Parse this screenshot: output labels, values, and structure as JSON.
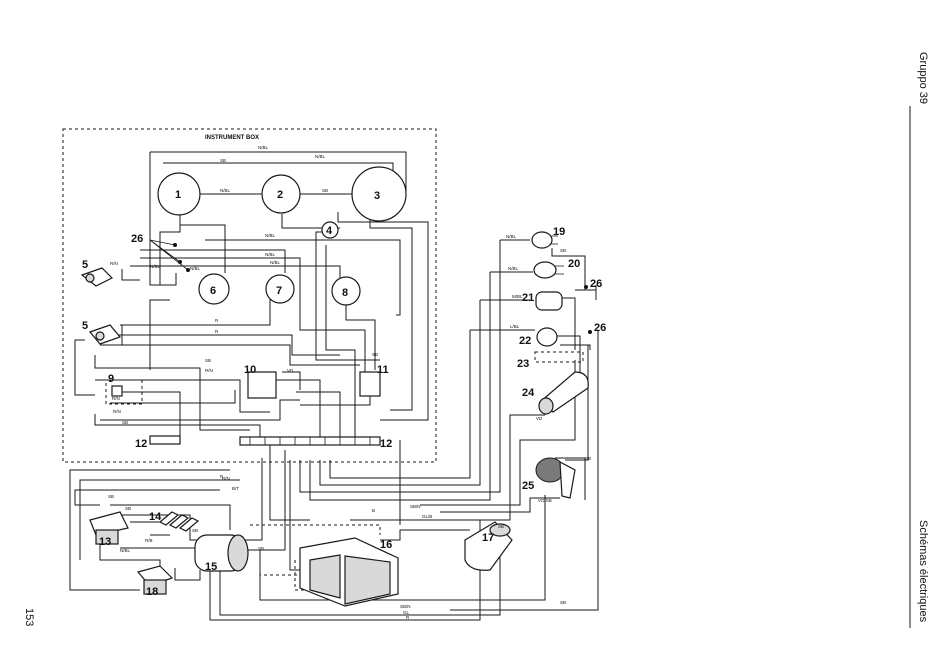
{
  "page": {
    "page_number": "153",
    "section_label": "Gruppo 39",
    "chapter_label": "Schémas électriques"
  },
  "diagram": {
    "title": "INSTRUMENT BOX",
    "components": [
      "1",
      "2",
      "3",
      "4",
      "5",
      "5",
      "6",
      "7",
      "8",
      "9",
      "10",
      "11",
      "12",
      "12",
      "13",
      "14",
      "15",
      "16",
      "17",
      "18",
      "19",
      "20",
      "21",
      "22",
      "23",
      "24",
      "25",
      "26",
      "26",
      "26"
    ],
    "wire_labels": [
      "N/BL",
      "SB",
      "N/BL",
      "SB",
      "N/BL",
      "N/BL",
      "N/BL",
      "N/BL",
      "N/BL",
      "R/N",
      "R",
      "R",
      "SB",
      "SB",
      "R/N",
      "N/BL",
      "SB",
      "R/N",
      "R/N",
      "N/BL",
      "N/BL",
      "M/BL",
      "L/BL",
      "SB",
      "VD",
      "VD",
      "VO/SB",
      "SB",
      "SB",
      "N/BL",
      "SB",
      "R/B",
      "SB",
      "R/N",
      "B/T",
      "SB",
      "SB",
      "SB/N",
      "SB/N",
      "GL/B",
      "SB",
      "GL",
      "R",
      "R",
      "B"
    ]
  }
}
